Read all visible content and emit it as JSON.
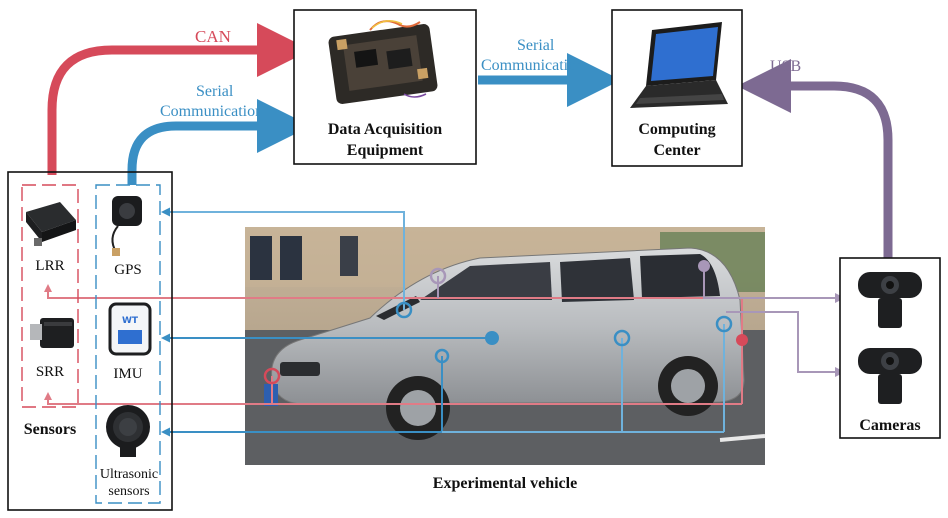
{
  "nodes": {
    "daq": {
      "line1": "Data Acquisition",
      "line2": "Equipment"
    },
    "computing": {
      "line1": "Computing",
      "line2": "Center"
    },
    "sensors": {
      "title": "Sensors"
    },
    "cameras": {
      "title": "Cameras"
    },
    "vehicle": {
      "caption": "Experimental vehicle"
    }
  },
  "sensors": {
    "lrr": "LRR",
    "srr": "SRR",
    "gps": "GPS",
    "imu": "IMU",
    "ultrasonic_line1": "Ultrasonic",
    "ultrasonic_line2": "sensors"
  },
  "links": {
    "can": "CAN",
    "serial1_line1": "Serial",
    "serial1_line2": "Communication",
    "serial2_line1": "Serial",
    "serial2_line2": "Communication",
    "usb": "USB"
  },
  "colors": {
    "red": "#d64a5a",
    "blue": "#3a8fc4",
    "purple": "#7d6a92",
    "red_light": "#e07b86",
    "blue_light": "#6fb2dc",
    "purple_light": "#a897b8"
  }
}
